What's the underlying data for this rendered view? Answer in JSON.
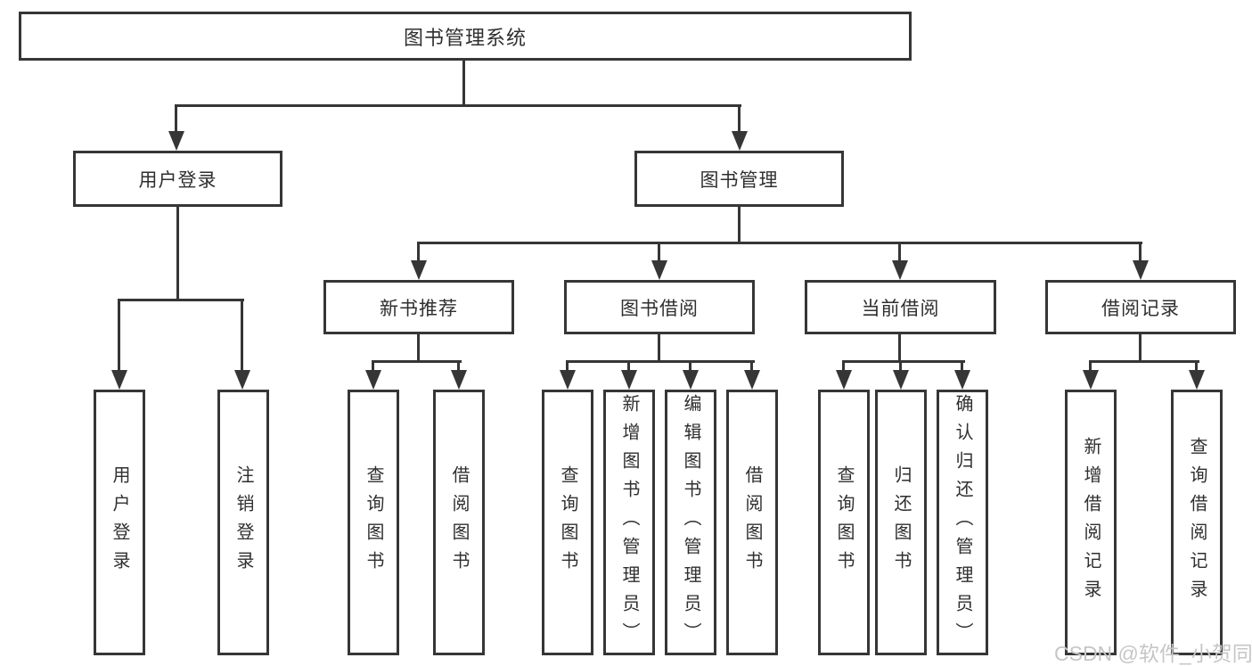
{
  "tree": {
    "label": "图书管理系统",
    "children": [
      {
        "label": "用户登录",
        "children": [
          {
            "label": "用户登录"
          },
          {
            "label": "注销登录"
          }
        ]
      },
      {
        "label": "图书管理",
        "children": [
          {
            "label": "新书推荐",
            "children": [
              {
                "label": "查询图书"
              },
              {
                "label": "借阅图书"
              }
            ]
          },
          {
            "label": "图书借阅",
            "children": [
              {
                "label": "查询图书"
              },
              {
                "label": "新增图书（管理员）"
              },
              {
                "label": "编辑图书（管理员）"
              },
              {
                "label": "借阅图书"
              }
            ]
          },
          {
            "label": "当前借阅",
            "children": [
              {
                "label": "查询图书"
              },
              {
                "label": "归还图书"
              },
              {
                "label": "确认归还（管理员）"
              }
            ]
          },
          {
            "label": "借阅记录",
            "children": [
              {
                "label": "新增借阅记录"
              },
              {
                "label": "查询借阅记录"
              }
            ]
          }
        ]
      }
    ]
  },
  "watermark": {
    "text": "CSDN @软件_小贺同学"
  },
  "colors": {
    "line": "#363636",
    "box_border": "#363636",
    "text": "#2f2f2f",
    "watermark": "#c6c6c6",
    "background": "#ffffff"
  }
}
